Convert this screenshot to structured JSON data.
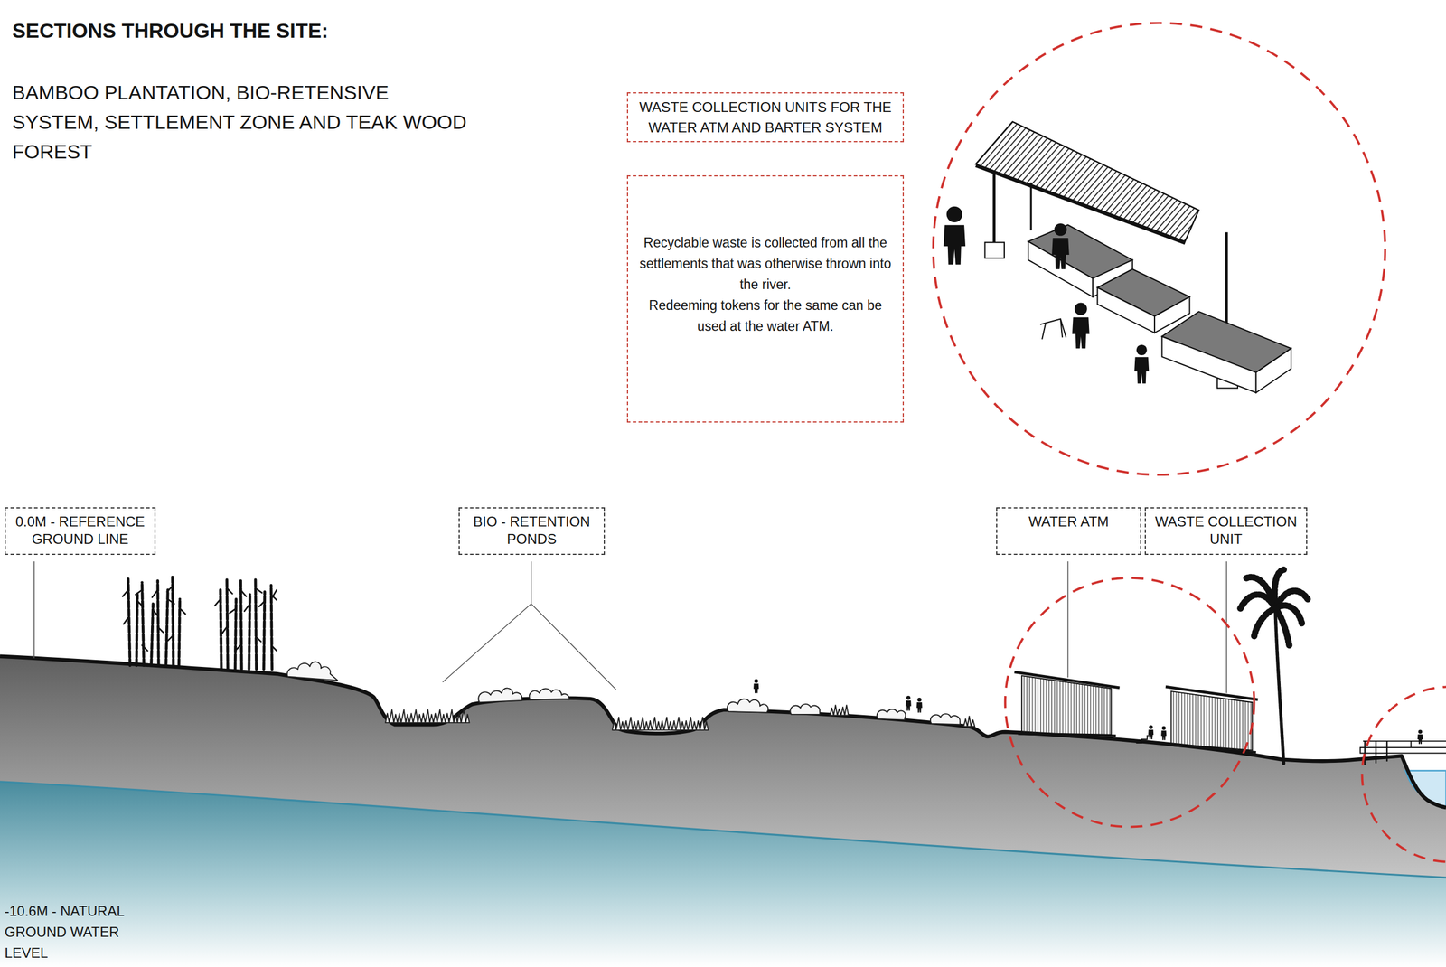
{
  "diagram": {
    "title": "SECTIONS THROUGH THE SITE:",
    "nodes": [
      {
        "text": [
          "WASTE COLLECTION UNITS FOR THE WATER ATM AND BARTER SYSTEM"
        ]
      },
      {
        "text": [
          "Recyclable waste is collected from all the settlements that was otherwise thrown into the river.",
          "Redeeming tokens for the same can be used at the water ATM."
        ]
      },
      {
        "text": [
          "0.0M - REFERENCE GROUND LINE"
        ]
      },
      {
        "text": [
          "BIO - RETENTION PONDS"
        ]
      },
      {
        "text": [
          "WATER ATM"
        ]
      },
      {
        "text": [
          "WASTE COLLECTION UNIT"
        ]
      }
    ],
    "labels": [
      "BAMBOO PLANTATION, BIO-RETENSIVE SYSTEM, SETTLEMENT ZONE AND TEAK WOOD FOREST",
      "-10.6M - NATURAL GROUND WATER LEVEL"
    ]
  }
}
